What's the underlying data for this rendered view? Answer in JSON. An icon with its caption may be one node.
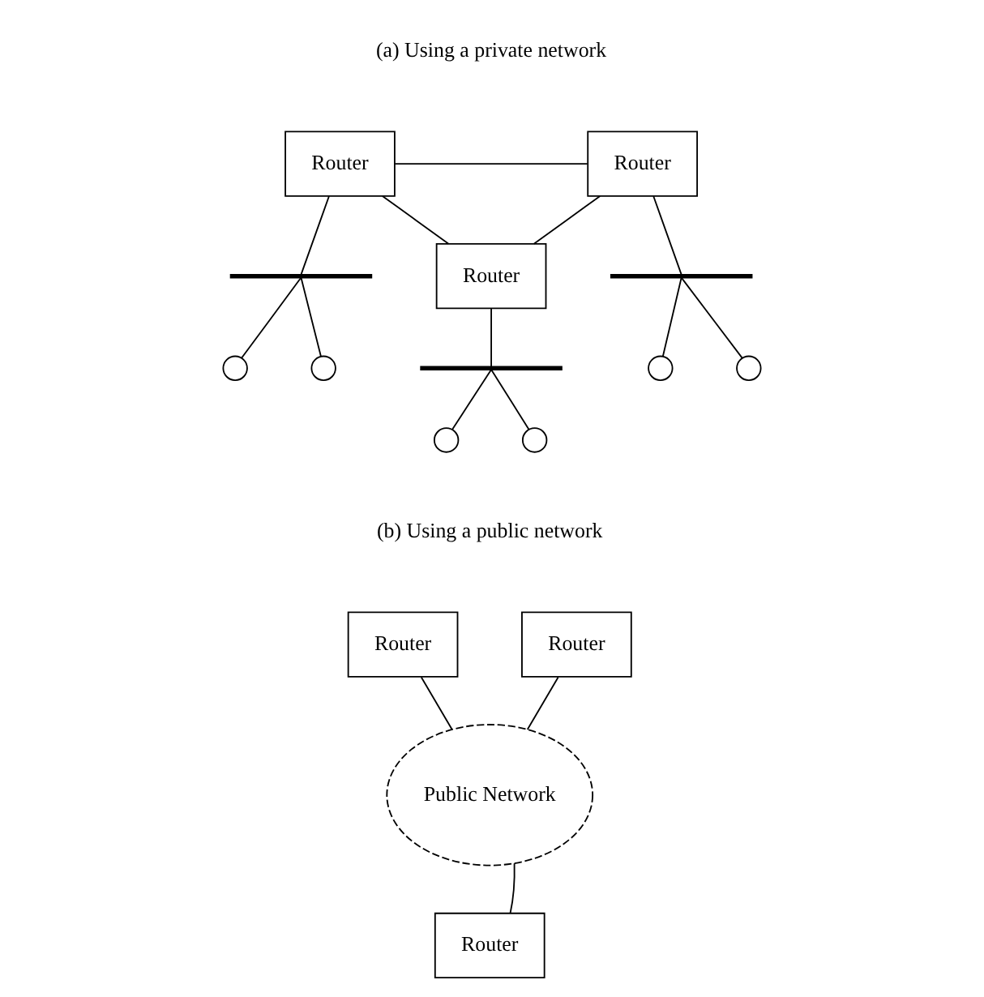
{
  "diagram": {
    "nodes": [
      {
        "text": [
          "Router"
        ]
      },
      {
        "text": [
          "Router"
        ]
      },
      {
        "text": [],
        "shape": "bar"
      },
      {
        "text": [],
        "shape": "circle"
      },
      {
        "text": [],
        "shape": "circle"
      },
      {
        "text": [],
        "shape": "bar"
      },
      {
        "text": [],
        "shape": "circle"
      },
      {
        "text": [],
        "shape": "circle"
      },
      {
        "text": [
          "Router"
        ]
      },
      {
        "text": [],
        "shape": "bar"
      },
      {
        "text": [],
        "shape": "circle"
      },
      {
        "text": [],
        "shape": "circle"
      },
      {
        "text": [
          "Router"
        ]
      },
      {
        "text": [
          "Router"
        ]
      },
      {
        "text": [
          "Public Network"
        ]
      },
      {
        "text": [
          "Router"
        ]
      }
    ],
    "edges": [
      {
        "from": 0,
        "to": 1,
        "arrow": "none"
      },
      {
        "from": 0,
        "to": 2,
        "arrow": "none"
      },
      {
        "from": 2,
        "to": 3,
        "arrow": "none"
      },
      {
        "from": 2,
        "to": 4,
        "arrow": "none"
      },
      {
        "from": 1,
        "to": 5,
        "arrow": "none"
      },
      {
        "from": 5,
        "to": 6,
        "arrow": "none"
      },
      {
        "from": 5,
        "to": 7,
        "arrow": "none"
      },
      {
        "from": 0,
        "to": 8,
        "arrow": "none"
      },
      {
        "from": 1,
        "to": 8,
        "arrow": "none"
      },
      {
        "from": 8,
        "to": 9,
        "arrow": "none"
      },
      {
        "from": 9,
        "to": 10,
        "arrow": "none"
      },
      {
        "from": 9,
        "to": 11,
        "arrow": "none"
      },
      {
        "from": 12,
        "to": 14,
        "arrow": "none"
      },
      {
        "from": 13,
        "to": 14,
        "arrow": "none"
      },
      {
        "from": 15,
        "to": 14,
        "arrow": "none"
      }
    ],
    "labels": [
      "(a) Using a private network",
      "(b) Using a public network"
    ]
  }
}
